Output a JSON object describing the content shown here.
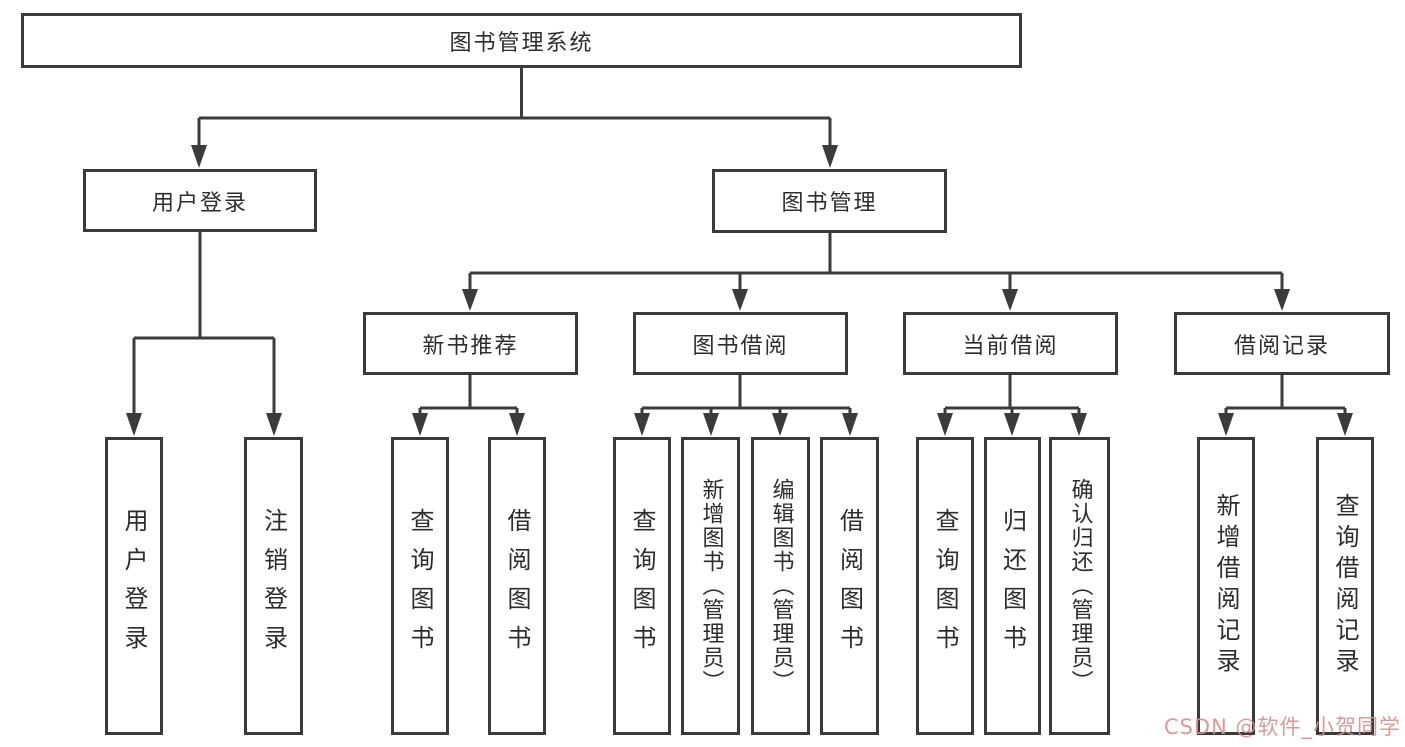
{
  "tree": {
    "root": {
      "label": "图书管理系统"
    },
    "branches": [
      {
        "label": "用户登录",
        "children": [
          {
            "label": "用户登录"
          },
          {
            "label": "注销登录"
          }
        ]
      },
      {
        "label": "图书管理",
        "children": [
          {
            "label": "新书推荐",
            "children": [
              {
                "label": "查询图书"
              },
              {
                "label": "借阅图书"
              }
            ]
          },
          {
            "label": "图书借阅",
            "children": [
              {
                "label": "查询图书"
              },
              {
                "label": "新增图书（管理员）"
              },
              {
                "label": "编辑图书（管理员）"
              },
              {
                "label": "借阅图书"
              }
            ]
          },
          {
            "label": "当前借阅",
            "children": [
              {
                "label": "查询图书"
              },
              {
                "label": "归还图书"
              },
              {
                "label": "确认归还（管理员）"
              }
            ]
          },
          {
            "label": "借阅记录",
            "children": [
              {
                "label": "新增借阅记录"
              },
              {
                "label": "查询借阅记录"
              }
            ]
          }
        ]
      }
    ]
  },
  "watermark": {
    "text": "CSDN @软件_小贺同学",
    "color": "#d98f8f"
  },
  "colors": {
    "line": "#3b3b3b",
    "box_border": "#3a3a3a",
    "text": "#2d2d2d",
    "background": "#ffffff"
  }
}
